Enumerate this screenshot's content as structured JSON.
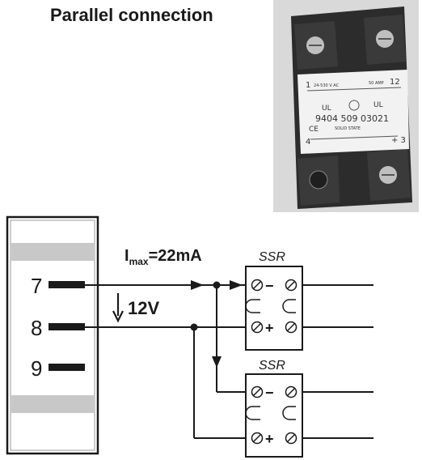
{
  "title": "Parallel connection",
  "photo": {
    "rating_left": "24-530 V AC",
    "rating_right": "50 AMP",
    "pin_1": "1",
    "pin_2": "12",
    "pin_3": "+ 3",
    "pin_4": "4",
    "part_number": "9404 509 03021",
    "ce_mark": "CE",
    "ul_mark": "UL",
    "small_text": "SOLID STATE"
  },
  "diagram": {
    "terminals": [
      "7",
      "8",
      "9"
    ],
    "current_label": {
      "main": "I",
      "sub": "max",
      "value": "=22mA"
    },
    "voltage_label": "12V",
    "relays": [
      {
        "label": "SSR",
        "minus": "−",
        "plus": "+"
      },
      {
        "label": "SSR",
        "minus": "−",
        "plus": "+"
      }
    ]
  },
  "colors": {
    "line": "#1a1a1a",
    "photo_bg": "#d6d6d6",
    "panel_gray": "#c8c8c8"
  }
}
